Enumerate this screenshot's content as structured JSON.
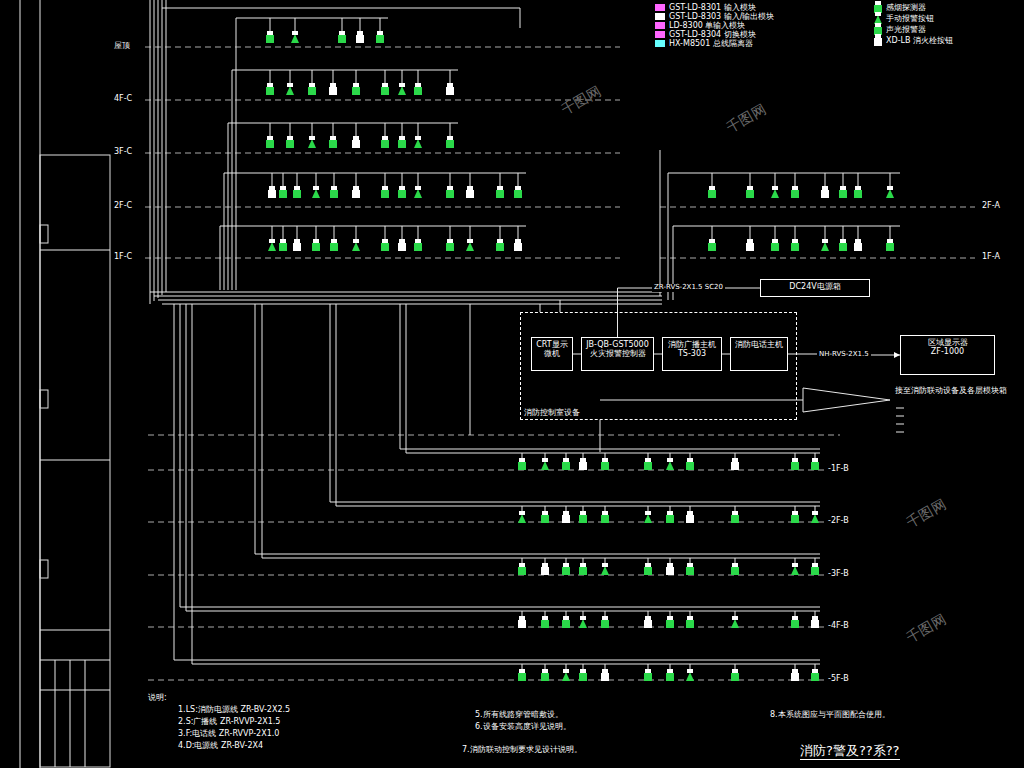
{
  "diagram": {
    "title": "消防?警及??系??",
    "nodes": [
      {
        "text": [
          "消防控制室设备"
        ]
      },
      {
        "text": [
          "CRT显示",
          "微机"
        ],
        "in": 0
      },
      {
        "text": [
          "JB-QB-GST5000",
          "火灾报警控制器"
        ],
        "in": 0
      },
      {
        "text": [
          "消防广播主机",
          "TS-303"
        ],
        "in": 0
      },
      {
        "text": [
          "消防电话主机"
        ],
        "in": 0
      },
      {
        "text": [
          "区域显示器",
          "ZF-1000"
        ]
      },
      {
        "text": [
          "DC24V电源箱"
        ]
      }
    ],
    "edges": [
      {
        "from": 1,
        "to": 2,
        "arrow": "none"
      },
      {
        "from": 2,
        "to": 3,
        "arrow": "none"
      },
      {
        "from": 3,
        "to": 4,
        "arrow": "none"
      },
      {
        "from": 2,
        "to": 6,
        "label": "ZR-RVS-2X1.5 SC20",
        "arrow": "none"
      },
      {
        "from": 4,
        "to": 5,
        "label": "NH-RVS-2X1.5",
        "arrow": "to"
      }
    ],
    "labels": [
      "屋顶",
      "4F-C",
      "3F-C",
      "2F-C",
      "1F-C",
      "2F-A",
      "1F-A",
      "-1F-B",
      "-2F-B",
      "-3F-B",
      "-4F-B",
      "-5F-B",
      "接至消防联动设备及各层模块箱",
      "说明:",
      "1.LS:消防电源线 ZR-BV-2X2.5",
      "2.S:广播线 ZR-RVVP-2X1.5",
      "3.F:电话线 ZR-RVVP-2X1.0",
      "4.D:电源线 ZR-BV-2X4",
      "5.所有线路穿管暗敷设。",
      "6.设备安装高度详见说明。",
      "7.消防联动控制要求见设计说明。",
      "8.本系统图应与平面图配合使用。",
      "千图网",
      "千图网",
      "千图网",
      "千图网"
    ],
    "legend": [
      {
        "text": "GST-LD-8301 输入模块",
        "color": "#ff66ff"
      },
      {
        "text": "GST-LD-8303 输入/输出模块",
        "color": "#ffffff"
      },
      {
        "text": "LD-8300 单输入模块",
        "color": "#ff66ff"
      },
      {
        "text": "GST-LD-8304 切换模块",
        "color": "#ff66ff"
      },
      {
        "text": "HX-M8501 总线隔离器",
        "color": "#66ffff"
      },
      {
        "text": "感烟探测器"
      },
      {
        "text": "手动报警按钮"
      },
      {
        "text": "声光报警器"
      },
      {
        "text": "XD-LB 消火栓按钮"
      }
    ]
  }
}
